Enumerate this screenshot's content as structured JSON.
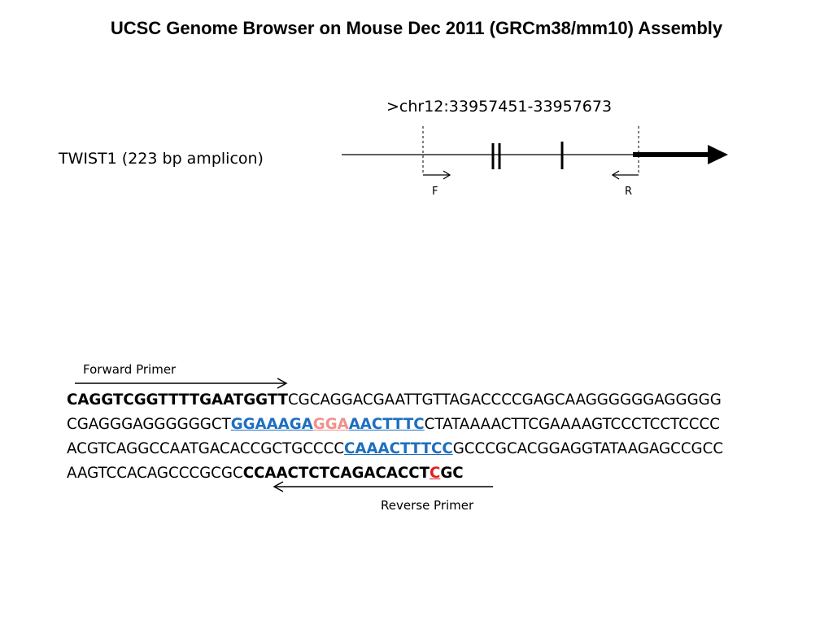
{
  "title": "UCSC Genome Browser on Mouse Dec 2011 (GRCm38/mm10) Assembly",
  "locus": ">chr12:33957451-33957673",
  "gene_label": "TWIST1 (223 bp amplicon)",
  "primer_marks": {
    "forward": "F",
    "reverse": "R"
  },
  "forward_primer_label": "Forward Primer",
  "reverse_primer_label": "Reverse Primer",
  "sequence": {
    "line1": {
      "fwd_primer": "CAGGTCGGTTTTGAATGGTT",
      "rest": "CGCAGGACGAATTGTTAGACCCCGAGCAAGGGGGGAGGGGG"
    },
    "line2": {
      "pre": "CGAGGGAGGGGGGCT",
      "blue1": "GGAAAGA",
      "pink": "GGA",
      "blue2": "AACTTTC",
      "post": "CTATAAAACTTCGAAAAGTCCCTCCTCCCC"
    },
    "line3": {
      "pre": "ACGTCAGGCCAATGACACCGCTGCCCC",
      "blue": "CAAACTTTCC",
      "post": "GCCCGCACGGAGGTATAAGAGCCGCC"
    },
    "line4": {
      "pre": "AAGTCCACAGCCCGCGC",
      "rev_primer_a": "CCAACTCTCAGACACCT",
      "rev_red": "C",
      "rev_primer_b": "GC"
    }
  }
}
